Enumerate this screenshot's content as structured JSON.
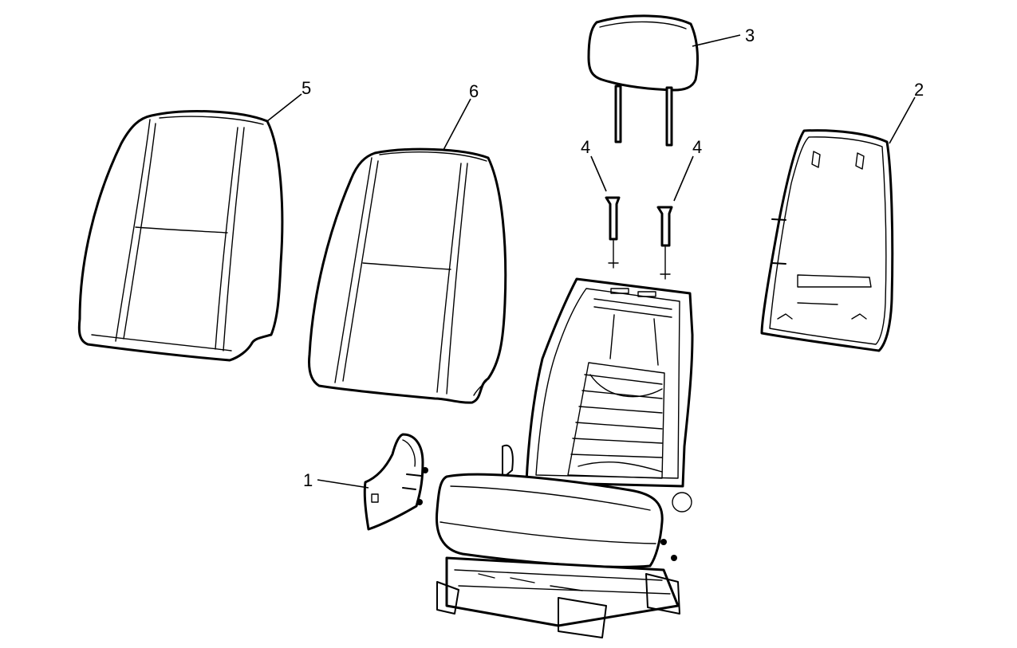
{
  "callouts": {
    "c1": "1",
    "c2": "2",
    "c3": "3",
    "c4a": "4",
    "c4b": "4",
    "c5": "5",
    "c6": "6"
  }
}
